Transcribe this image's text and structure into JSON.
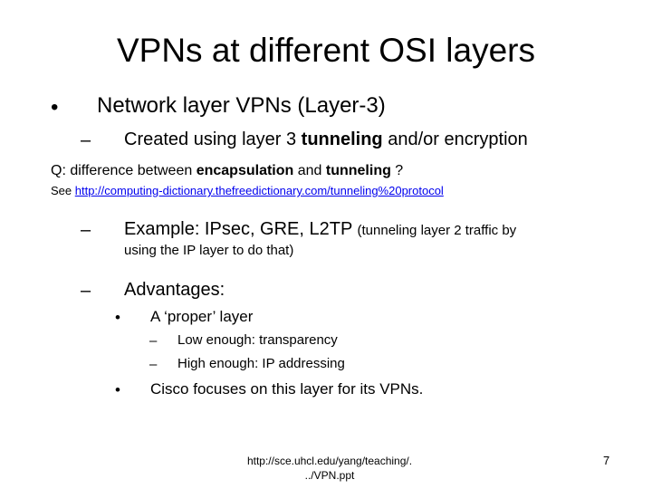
{
  "slide": {
    "title": "VPNs at different OSI layers",
    "bullet1": {
      "marker": "•",
      "text": "Network layer VPNs (Layer-3)"
    },
    "sub1": {
      "marker": "–",
      "pre": "Created using layer 3 ",
      "bold": "tunneling",
      "post": " and/or encryption"
    },
    "note": {
      "q_pre": "Q: difference between ",
      "q_bold1": "encapsulation",
      "q_mid": " and ",
      "q_bold2": "tunneling",
      "q_post": " ?",
      "see_pre": "See ",
      "see_link": "http://computing-dictionary.thefreedictionary.com/tunneling%20protocol"
    },
    "sub2": {
      "marker": "–",
      "text": "Example: IPsec, GRE, L2TP ",
      "small_line1": "(tunneling layer 2 traffic by",
      "small_line2": "using the IP layer to do that)"
    },
    "sub3": {
      "marker": "–",
      "text": "Advantages:"
    },
    "sub3_items": [
      {
        "marker": "•",
        "text": "A ‘proper’ layer",
        "children": [
          {
            "marker": "–",
            "text": "Low enough: transparency"
          },
          {
            "marker": "–",
            "text": "High enough: IP addressing"
          }
        ]
      },
      {
        "marker": "•",
        "text": "Cisco focuses on this layer for its VPNs."
      }
    ],
    "footer": {
      "line1": "http://sce.uhcl.edu/yang/teaching/.",
      "line2": "../VPN.ppt"
    },
    "page_number": "7"
  }
}
